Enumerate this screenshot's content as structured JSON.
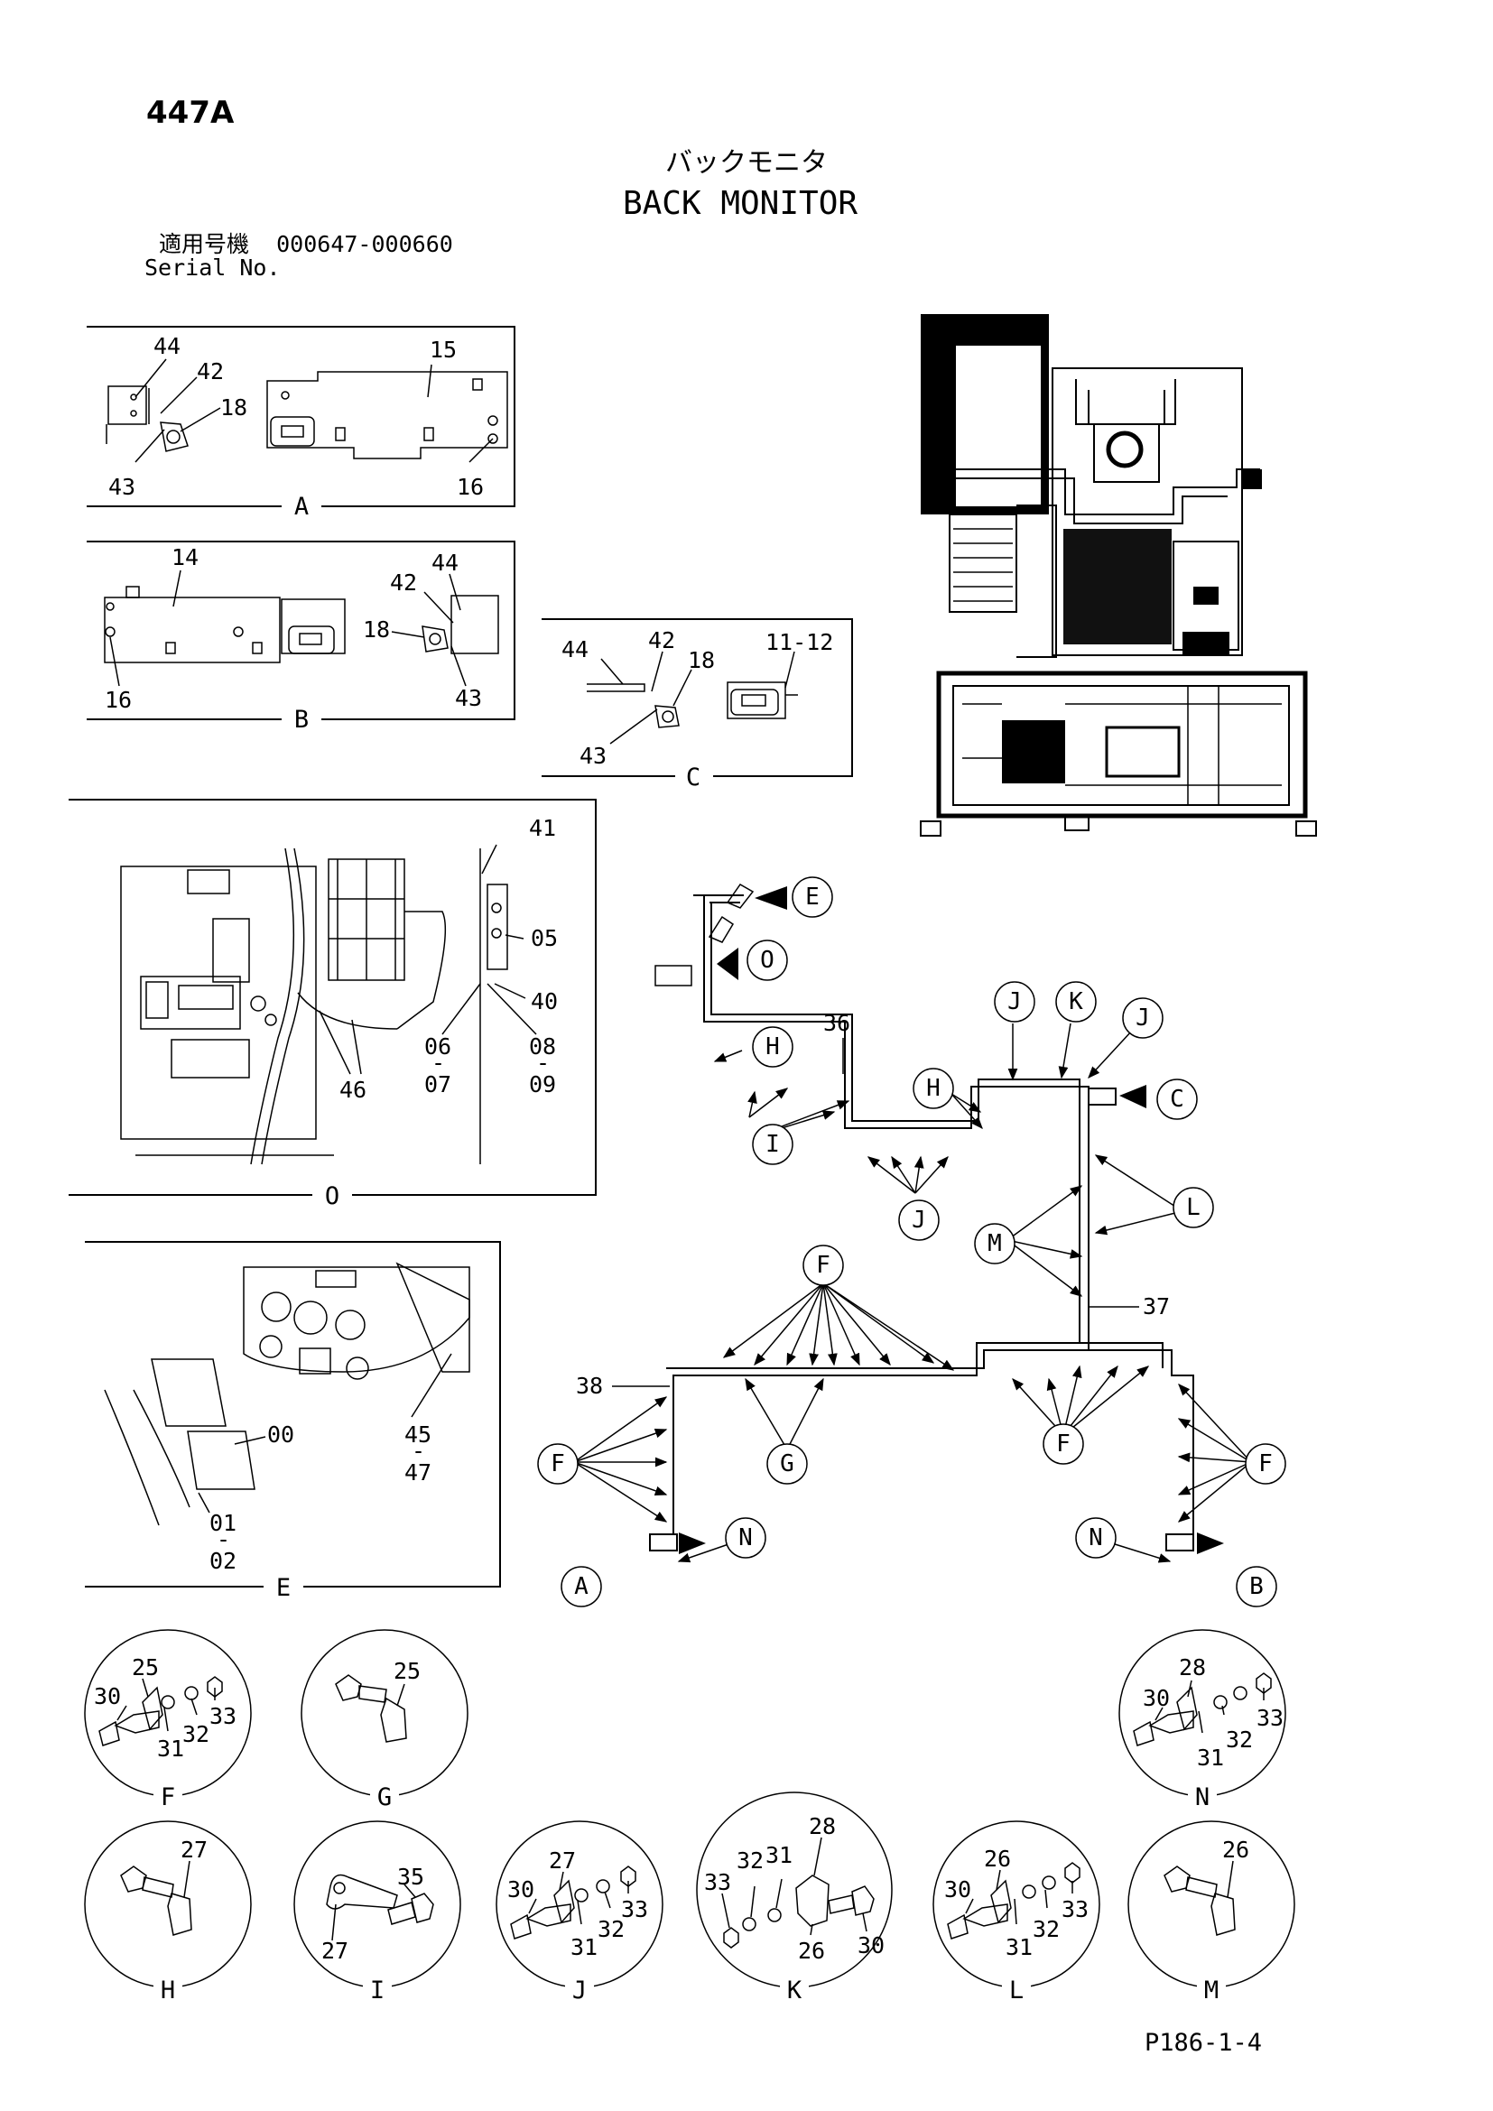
{
  "header": {
    "page_code": "447A",
    "title_ja": "バックモニタ",
    "title_en": "BACK MONITOR",
    "serial_label_ja": "適用号機",
    "serial_range": "000647-000660",
    "serial_label_en": "Serial No."
  },
  "footer": {
    "page_ref": "P186-1-4"
  },
  "detail_views": {
    "A": {
      "caption": "A",
      "callouts": [
        "44",
        "42",
        "18",
        "15",
        "43",
        "16"
      ]
    },
    "B": {
      "caption": "B",
      "callouts": [
        "14",
        "44",
        "42",
        "18",
        "16",
        "43"
      ]
    },
    "C": {
      "caption": "C",
      "callouts": [
        "44",
        "42",
        "18",
        "11-12",
        "43"
      ]
    },
    "O": {
      "caption": "O",
      "callouts": [
        "41",
        "05",
        "40",
        "46",
        "06",
        "-",
        "07",
        "08",
        "-",
        "09"
      ]
    },
    "E": {
      "caption": "E",
      "callouts": [
        "00",
        "45",
        "-",
        "47",
        "01",
        "-",
        "02"
      ]
    }
  },
  "harness": {
    "wire_labels": [
      "36",
      "37",
      "38"
    ],
    "bubbles": [
      "E",
      "O",
      "H",
      "J",
      "K",
      "J",
      "C",
      "H",
      "I",
      "J",
      "L",
      "M",
      "F",
      "G",
      "F",
      "F",
      "F",
      "N",
      "N",
      "A",
      "B"
    ]
  },
  "clamp_details": [
    {
      "caption": "F",
      "callouts": [
        "25",
        "30",
        "32",
        "33",
        "31"
      ]
    },
    {
      "caption": "G",
      "callouts": [
        "25"
      ]
    },
    {
      "caption": "N",
      "callouts": [
        "28",
        "30",
        "32",
        "33",
        "31"
      ]
    },
    {
      "caption": "H",
      "callouts": [
        "27"
      ]
    },
    {
      "caption": "I",
      "callouts": [
        "35",
        "27"
      ]
    },
    {
      "caption": "J",
      "callouts": [
        "27",
        "30",
        "32",
        "33",
        "31"
      ]
    },
    {
      "caption": "K",
      "callouts": [
        "28",
        "33",
        "32",
        "31",
        "30",
        "26"
      ]
    },
    {
      "caption": "L",
      "callouts": [
        "26",
        "30",
        "32",
        "33",
        "31"
      ]
    },
    {
      "caption": "M",
      "callouts": [
        "26"
      ]
    }
  ]
}
